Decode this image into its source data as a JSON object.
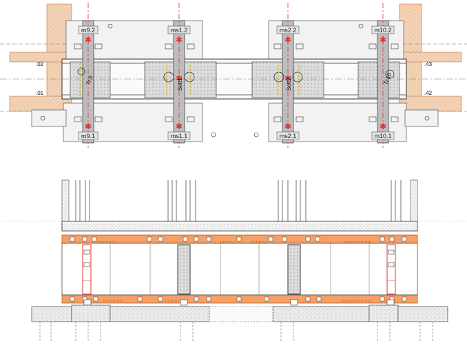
{
  "plan": {
    "bearing_labels_top": [
      {
        "id": "m9-2",
        "text": "m9.2"
      },
      {
        "id": "ms1-2",
        "text": "ms1.2"
      },
      {
        "id": "ms2-2",
        "text": "ms2.2"
      },
      {
        "id": "m10-2",
        "text": "m10.2"
      }
    ],
    "bearing_labels_bottom": [
      {
        "id": "m9-1",
        "text": "m9.1"
      },
      {
        "id": "ms1-1",
        "text": "ms1.1"
      },
      {
        "id": "ms2-1",
        "text": "ms2.1"
      },
      {
        "id": "m10-1",
        "text": "m10.1"
      }
    ],
    "beam_labels": [
      {
        "id": "tr9",
        "text": "Tr.9"
      },
      {
        "id": "sett1",
        "text": "Sett1"
      },
      {
        "id": "sett2",
        "text": "Sett2"
      },
      {
        "id": "tr10",
        "text": "Tr.10"
      }
    ],
    "edge_labels": {
      "left_top": ".02",
      "left_bottom": ".01",
      "right_top": ".43",
      "right_bottom": ".42"
    }
  },
  "colors": {
    "orange": "#f4a066",
    "orange_dark": "#e06a2a",
    "hatch": "#f0c9a6",
    "red_axis": "#e03030",
    "concrete": "#d8d8d8",
    "line": "#333333"
  }
}
